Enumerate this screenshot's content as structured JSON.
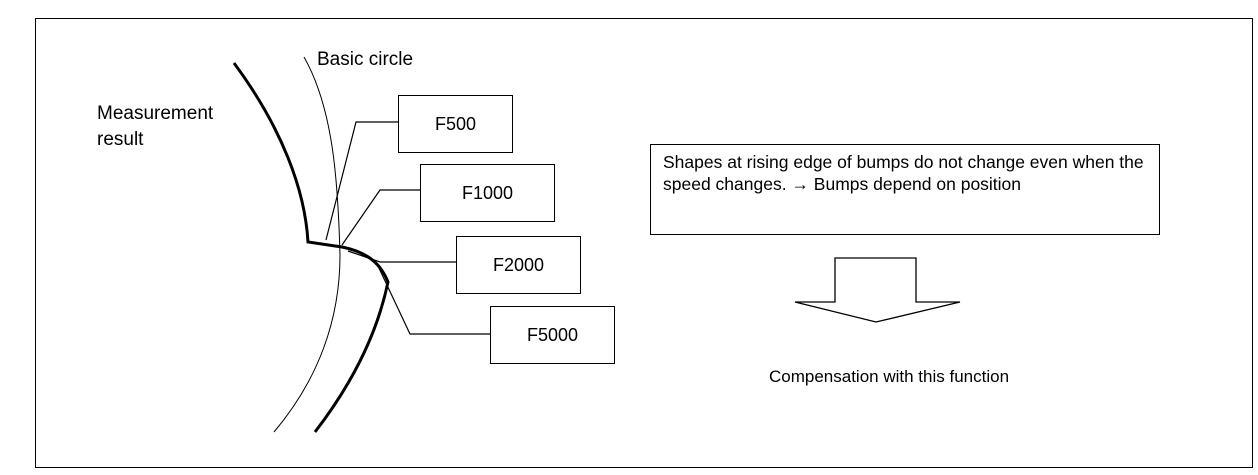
{
  "labels": {
    "basic_circle": "Basic circle",
    "measurement_result_line1": "Measurement",
    "measurement_result_line2": "result"
  },
  "feed_boxes": [
    "F500",
    "F1000",
    "F2000",
    "F5000"
  ],
  "note": "Shapes at rising edge of bumps do not change even when the speed changes. → Bumps depend on position",
  "arrow_caption": "Compensation with this function"
}
